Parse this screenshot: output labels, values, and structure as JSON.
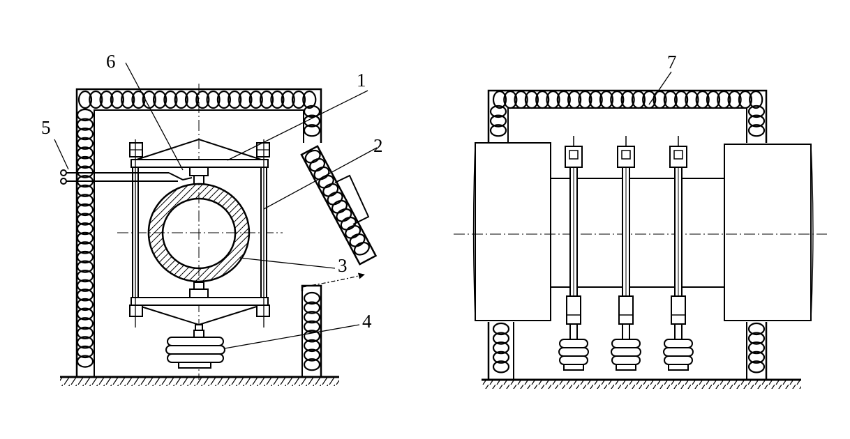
{
  "labels": {
    "left": [
      "1",
      "2",
      "3",
      "4",
      "5",
      "6"
    ],
    "right": [
      "7"
    ]
  },
  "colors": {
    "ink": "#000000",
    "paper": "#ffffff"
  }
}
